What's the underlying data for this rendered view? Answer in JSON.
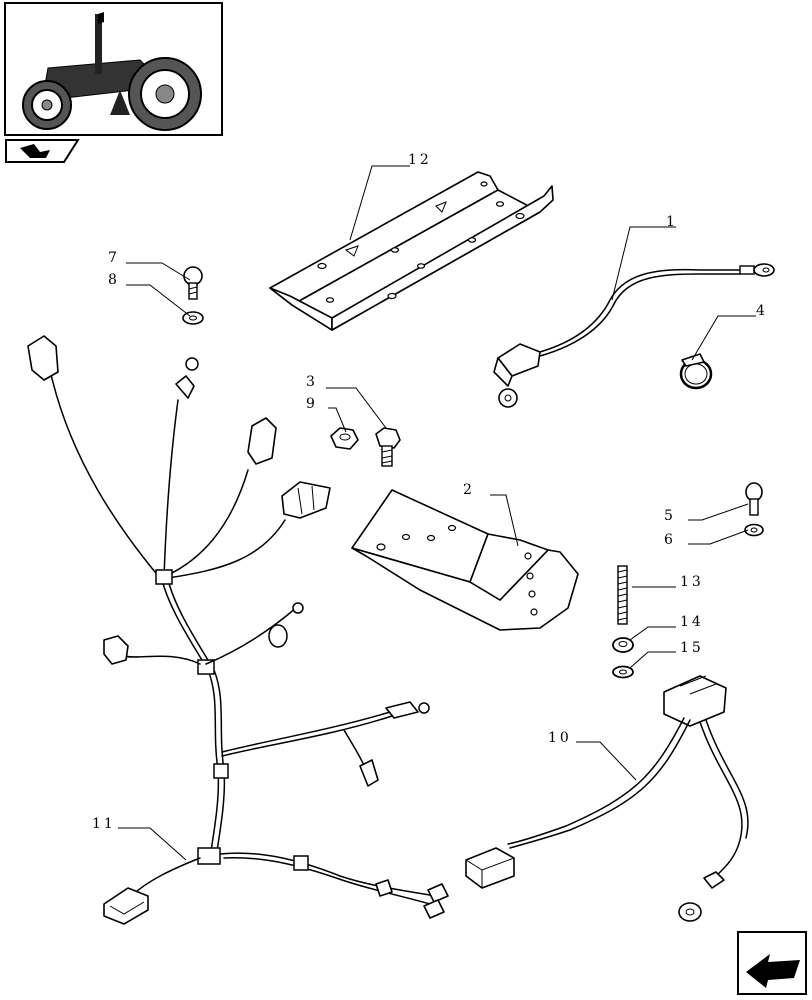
{
  "callouts": {
    "c1": "1",
    "c2": "2",
    "c3": "3",
    "c4": "4",
    "c5": "5",
    "c6": "6",
    "c7": "7",
    "c8": "8",
    "c9": "9",
    "c10": "10",
    "c11": "11",
    "c12": "12",
    "c13": "13",
    "c14": "14",
    "c15": "15"
  },
  "icons": {
    "thumbnail": "tractor-thumbnail-icon",
    "section": "section-bookmark-icon",
    "next": "next-page-arrow-icon"
  }
}
